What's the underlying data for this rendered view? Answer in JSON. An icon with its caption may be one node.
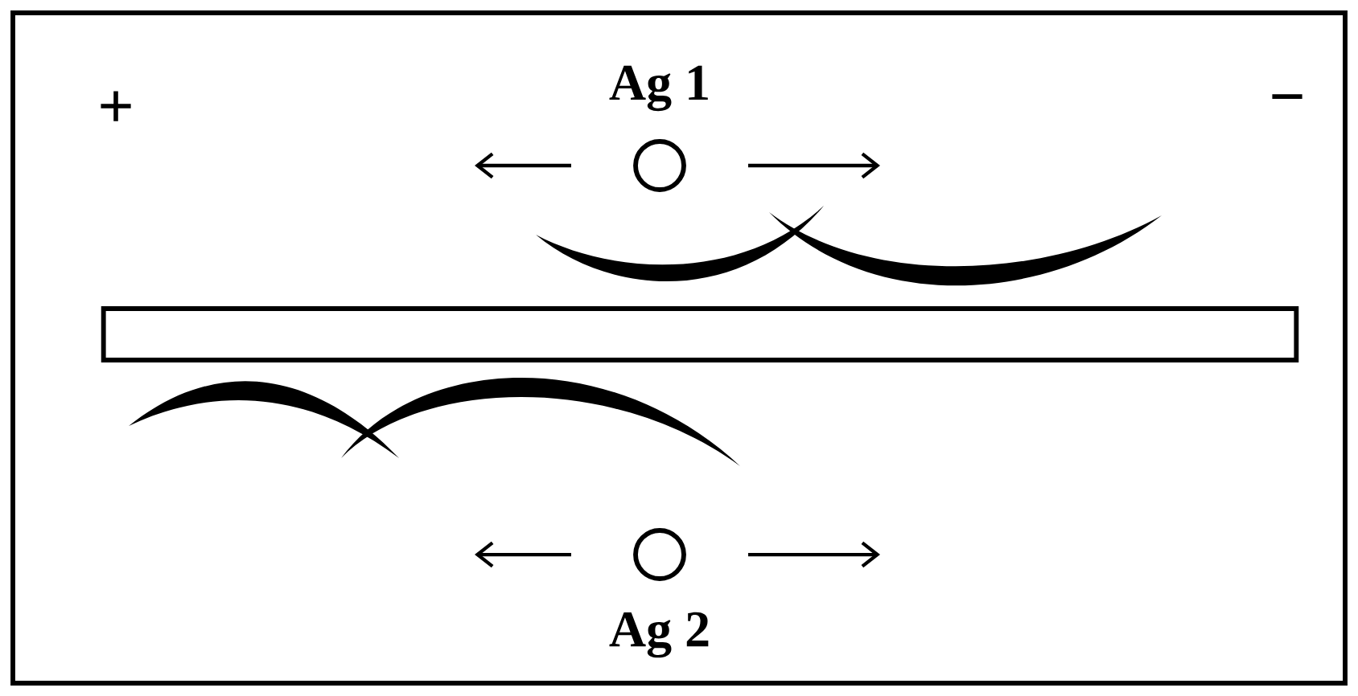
{
  "diagram": {
    "nodes": [
      {
        "text": [],
        "shape": "circle",
        "beside": [
          "Ag 1"
        ]
      },
      {
        "text": [],
        "shape": "bar"
      },
      {
        "text": [],
        "shape": "circle",
        "beside": [
          "Ag 2"
        ]
      }
    ],
    "labels": [
      "+",
      "−"
    ]
  }
}
